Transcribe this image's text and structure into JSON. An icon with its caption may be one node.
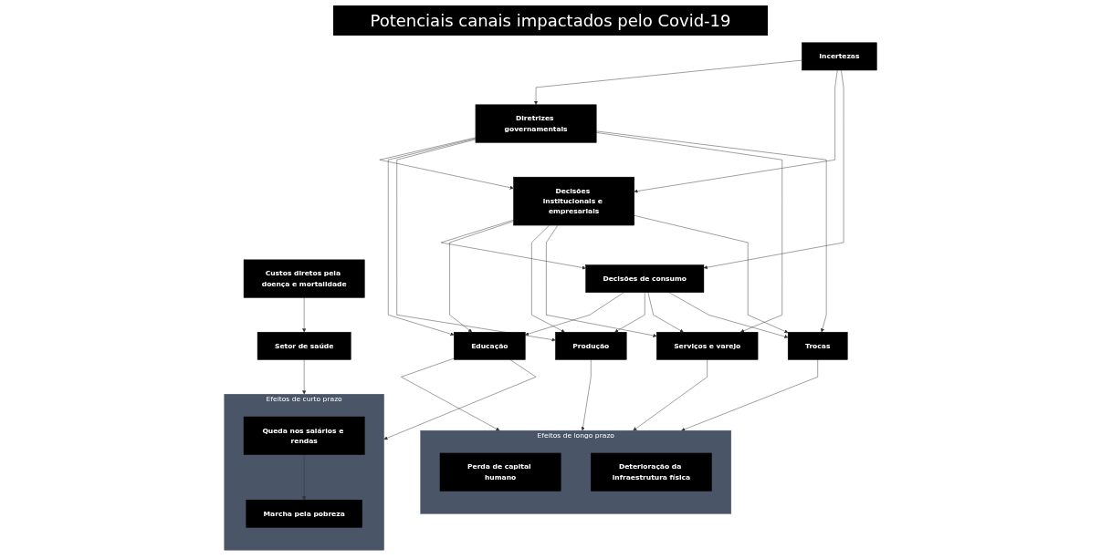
{
  "diagram": {
    "title": "Potenciais canais impactados pelo Covid-19",
    "nodes": [
      {
        "text": [
          "Custos diretos pela doença e mortalidade"
        ]
      },
      {
        "text": [
          "Incertezas"
        ]
      },
      {
        "text": [
          "Diretrizes governamentais"
        ]
      },
      {
        "text": [
          "Decisões institucionais e empresariais"
        ]
      },
      {
        "text": [
          "Decisões de consumo"
        ]
      },
      {
        "text": [
          "Setor de saúde"
        ]
      },
      {
        "text": [
          "Educação"
        ]
      },
      {
        "text": [
          "Produção"
        ]
      },
      {
        "text": [
          "Serviços e varejo"
        ]
      },
      {
        "text": [
          "Trocas"
        ]
      },
      {
        "text": [
          "Efeitos de curto prazo"
        ]
      },
      {
        "text": [
          "Queda nos salários e rendas"
        ],
        "in": 10
      },
      {
        "text": [
          "Marcha pela pobreza"
        ],
        "in": 10
      },
      {
        "text": [
          "Efeitos de longo prazo"
        ]
      },
      {
        "text": [
          "Perda de capital humano"
        ],
        "in": 13
      },
      {
        "text": [
          "Deterioração da infraestrutura física"
        ],
        "in": 13
      }
    ],
    "edges": [
      {
        "from": 0,
        "to": 5,
        "arrow": "to"
      },
      {
        "from": 5,
        "to": 10,
        "arrow": "to"
      },
      {
        "from": 1,
        "to": 2,
        "arrow": "to"
      },
      {
        "from": 1,
        "to": 3,
        "arrow": "to"
      },
      {
        "from": 1,
        "to": 4,
        "arrow": "to"
      },
      {
        "from": 2,
        "to": 3,
        "arrow": "to"
      },
      {
        "from": 3,
        "to": 4,
        "arrow": "to"
      },
      {
        "from": 2,
        "to": 6,
        "arrow": "to"
      },
      {
        "from": 2,
        "to": 7,
        "arrow": "to"
      },
      {
        "from": 2,
        "to": 8,
        "arrow": "to"
      },
      {
        "from": 2,
        "to": 9,
        "arrow": "to"
      },
      {
        "from": 3,
        "to": 6,
        "arrow": "to"
      },
      {
        "from": 3,
        "to": 7,
        "arrow": "to"
      },
      {
        "from": 3,
        "to": 8,
        "arrow": "to"
      },
      {
        "from": 3,
        "to": 9,
        "arrow": "to"
      },
      {
        "from": 4,
        "to": 6,
        "arrow": "to"
      },
      {
        "from": 4,
        "to": 7,
        "arrow": "to"
      },
      {
        "from": 4,
        "to": 8,
        "arrow": "to"
      },
      {
        "from": 4,
        "to": 9,
        "arrow": "to"
      },
      {
        "from": 6,
        "to": 13,
        "arrow": "to"
      },
      {
        "from": 7,
        "to": 13,
        "arrow": "to"
      },
      {
        "from": 8,
        "to": 13,
        "arrow": "to"
      },
      {
        "from": 9,
        "to": 13,
        "arrow": "to"
      },
      {
        "from": 6,
        "to": 10,
        "arrow": "to"
      },
      {
        "from": 11,
        "to": 12,
        "arrow": "to"
      }
    ]
  }
}
